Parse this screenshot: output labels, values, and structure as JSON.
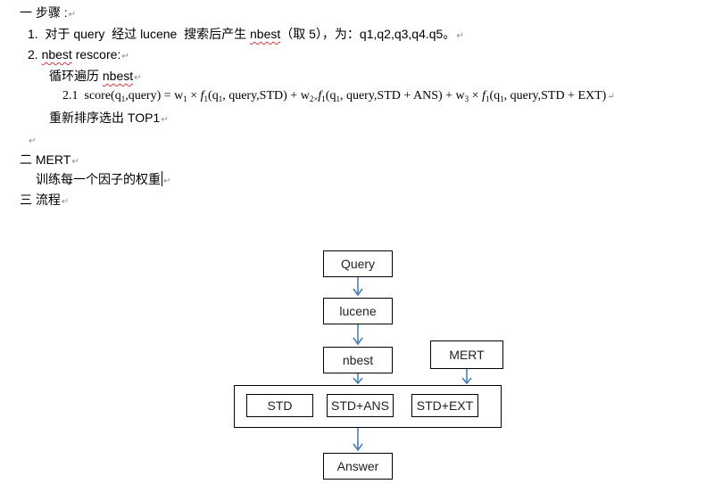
{
  "doc": {
    "para_mark": "↵",
    "s1_heading": "一  步骤 :",
    "s1_item1": {
      "num": "1.",
      "pre": "对于",
      "w1": "query",
      "mid": "经过",
      "w2": "lucene",
      "mid2": "搜索后产生",
      "w3": "nbest",
      "post": "（取 5），为：q1,q2,q3,q4.q5。"
    },
    "s1_item2": {
      "num": "2.",
      "w1": "nbest",
      "post": "rescore:"
    },
    "loop": {
      "pre": "循环遍历",
      "w": "nbest"
    },
    "formula": {
      "num": "2.1",
      "lhs": "score(q",
      "q_sub": "1",
      "lhs2": ",query) = w",
      "w1_sub": "1",
      "t1": " × ",
      "f": "f",
      "f_sub": "1",
      "a1": "(q",
      "a2": ", query,STD) + w",
      "w2_sub": "2×",
      "a3": "(q",
      "a4": ", query,STD + ANS) + w",
      "w3_sub": "3",
      "a5": "(q",
      "a6": ", query,STD + EXT)"
    },
    "rerank": "重新排序选出 TOP1",
    "s2_heading": "二  MERT",
    "s2_body": "训练每一个因子的权重",
    "s3_heading": "三  流程"
  },
  "flow": {
    "query": "Query",
    "lucene": "lucene",
    "nbest": "nbest",
    "mert": "MERT",
    "std": "STD",
    "std_ans": "STD+ANS",
    "std_ext": "STD+EXT",
    "answer": "Answer",
    "arrow_color": "#4a7ebb"
  }
}
